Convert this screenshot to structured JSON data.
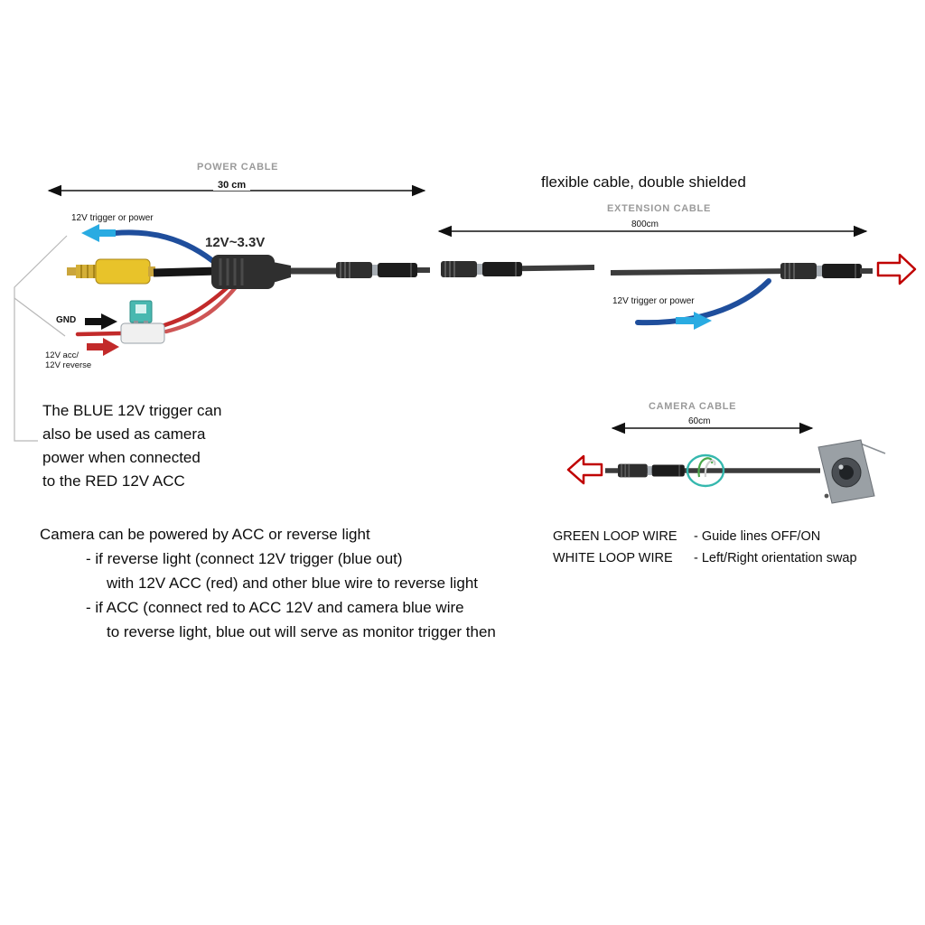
{
  "power_cable": {
    "title": "POWER CABLE",
    "length": "30 cm",
    "voltage": "12V~3.3V",
    "trigger_label": "12V  trigger or power",
    "gnd_label": "GND",
    "acc_label": "12V acc/\n12V reverse"
  },
  "extension_cable": {
    "title": "EXTENSION CABLE",
    "length": "800cm",
    "description": "flexible cable, double shielded",
    "trigger_label": "12V trigger or power"
  },
  "camera_cable": {
    "title": "CAMERA CABLE",
    "length": "60cm"
  },
  "notes": {
    "blue_trigger": [
      "The BLUE 12V trigger can",
      "also be used as camera",
      "power when connected",
      "to the RED 12V ACC"
    ],
    "power_options": [
      "Camera can be powered by ACC or reverse light",
      "- if reverse light (connect 12V trigger (blue out)",
      "with 12V ACC (red) and other blue wire to reverse light",
      "- if ACC (connect red to ACC 12V and camera blue wire",
      "to reverse light, blue out will serve as monitor trigger then"
    ]
  },
  "legend": {
    "rows": [
      {
        "term": "GREEN LOOP WIRE",
        "desc": "- Guide lines OFF/ON"
      },
      {
        "term": "WHITE LOOP WIRE",
        "desc": "- Left/Right orientation swap"
      }
    ]
  },
  "colors": {
    "blue_wire": "#1f4e9c",
    "cyan_arrow": "#29abe2",
    "red_wire": "#c22a2a",
    "red_outline": "#c00000",
    "yellow": "#e8c32a",
    "teal_loop": "#35b8ae",
    "cable_dark": "#3c3c3c",
    "label_gray": "#9a9a9a"
  }
}
